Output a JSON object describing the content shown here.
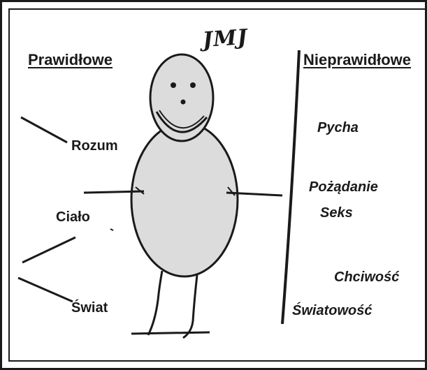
{
  "monogram": "JMJ",
  "headings": {
    "left": "Prawidłowe",
    "right": "Nieprawidłowe"
  },
  "left_items": [
    "Rozum",
    "Ciało",
    "Świat"
  ],
  "right_items": [
    "Pycha",
    "Pożądanie",
    "Seks",
    "Chciwość",
    "Światowość"
  ],
  "colors": {
    "ink": "#1a1a1a",
    "body_fill": "#dcdcdc",
    "background": "#ffffff"
  }
}
